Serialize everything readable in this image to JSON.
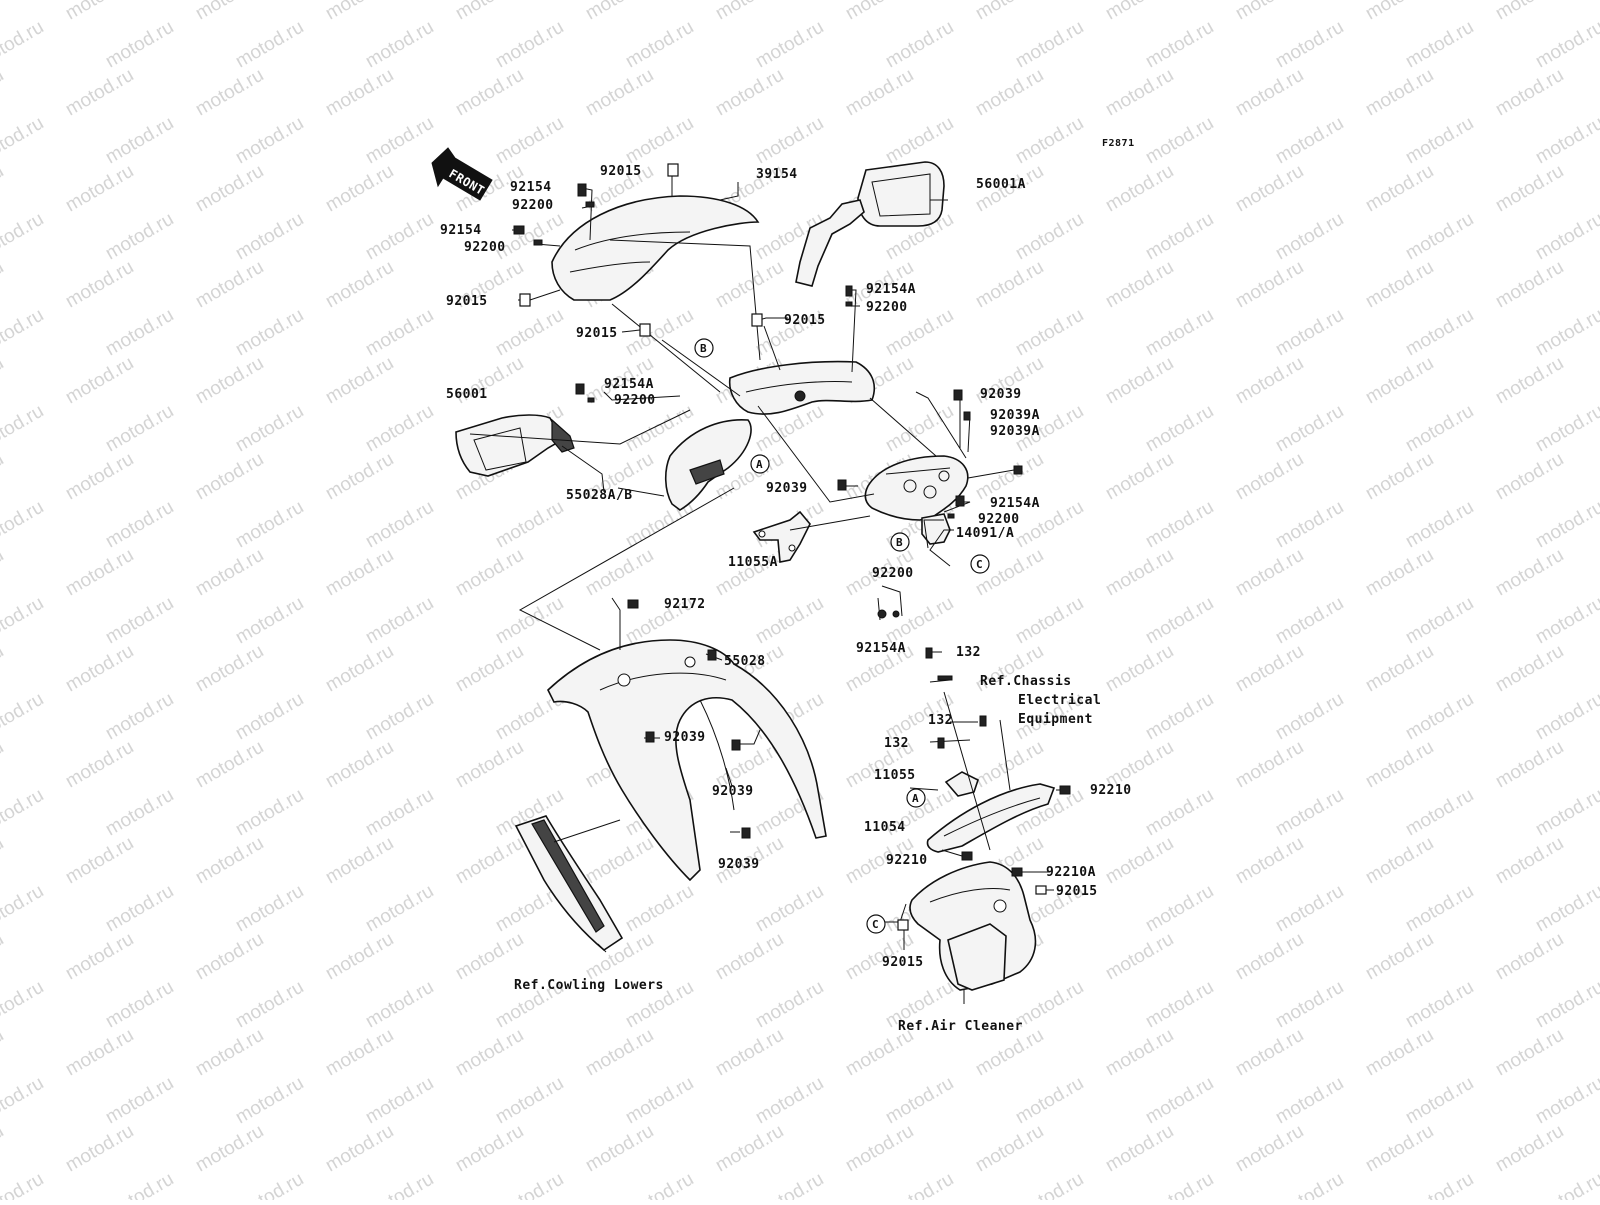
{
  "diagram": {
    "figure_code": "F2871",
    "watermark": "motod.ru",
    "front_label": "FRONT",
    "parts": [
      {
        "id": "p39154",
        "label": "39154"
      },
      {
        "id": "p56001A",
        "label": "56001A"
      },
      {
        "id": "p56001",
        "label": "56001"
      },
      {
        "id": "p55028AB",
        "label": "55028A/B"
      },
      {
        "id": "p55028",
        "label": "55028"
      },
      {
        "id": "p11055A",
        "label": "11055A"
      },
      {
        "id": "p14091A",
        "label": "14091/A"
      },
      {
        "id": "p11055",
        "label": "11055"
      },
      {
        "id": "p11054",
        "label": "11054"
      }
    ],
    "callouts": [
      {
        "label": "92015"
      },
      {
        "label": "92154"
      },
      {
        "label": "92200"
      },
      {
        "label": "92154"
      },
      {
        "label": "92200"
      },
      {
        "label": "92015"
      },
      {
        "label": "92015"
      },
      {
        "label": "92015"
      },
      {
        "label": "92154A"
      },
      {
        "label": "92200"
      },
      {
        "label": "92154A"
      },
      {
        "label": "92200"
      },
      {
        "label": "92039"
      },
      {
        "label": "92039A"
      },
      {
        "label": "92039A"
      },
      {
        "label": "92039"
      },
      {
        "label": "92154A"
      },
      {
        "label": "92200"
      },
      {
        "label": "92200"
      },
      {
        "label": "92154A"
      },
      {
        "label": "92172"
      },
      {
        "label": "92039"
      },
      {
        "label": "92039"
      },
      {
        "label": "92039"
      },
      {
        "label": "132"
      },
      {
        "label": "132"
      },
      {
        "label": "132"
      },
      {
        "label": "92210"
      },
      {
        "label": "92210"
      },
      {
        "label": "92210A"
      },
      {
        "label": "92015"
      },
      {
        "label": "92015"
      }
    ],
    "circle_refs": [
      {
        "letter": "B"
      },
      {
        "letter": "A"
      },
      {
        "letter": "B"
      },
      {
        "letter": "C"
      },
      {
        "letter": "A"
      },
      {
        "letter": "C"
      }
    ],
    "references": [
      {
        "id": "chassis",
        "lines": [
          "Ref.Chassis",
          "Electrical",
          "Equipment"
        ]
      },
      {
        "id": "cowling",
        "lines": [
          "Ref.Cowling Lowers"
        ]
      },
      {
        "id": "aircleaner",
        "lines": [
          "Ref.Air Cleaner"
        ]
      }
    ]
  }
}
